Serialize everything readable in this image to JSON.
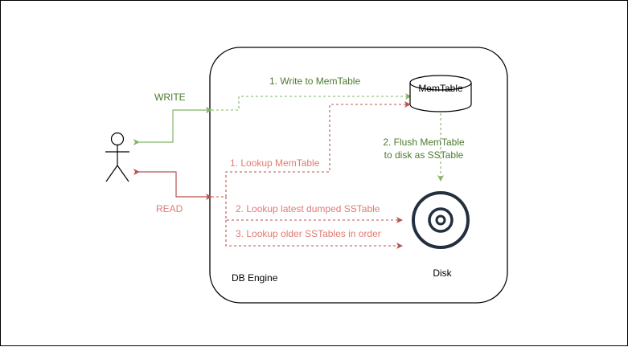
{
  "diagram": {
    "engine_label": "DB Engine",
    "memtable_label": "MemTable",
    "disk_label": "Disk",
    "write_label": "WRITE",
    "read_label": "READ",
    "write_memtable_label": "1. Write to MemTable",
    "flush_label_line1": "2. Flush MemTable",
    "flush_label_line2": "to disk as SSTable",
    "lookup_memtable_label": "1. Lookup MemTable",
    "lookup_latest_label": "2. Lookup latest dumped SSTable",
    "lookup_older_label": "3. Lookup older SSTables in order"
  },
  "colors": {
    "write": "#82b366",
    "write_text": "#4d7a2e",
    "read": "#b85450",
    "read_text": "#e07a72",
    "outline": "#000000",
    "disk_icon": "#232f3e"
  },
  "icons": {
    "actor": "user-stick-figure-icon",
    "disk": "disk-icon",
    "memtable": "cylinder-icon"
  }
}
